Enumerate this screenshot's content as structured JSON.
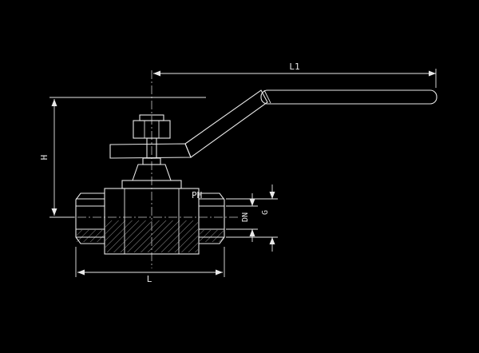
{
  "drawing": {
    "labels": {
      "l1": "L1",
      "h": "H",
      "ph": "PH",
      "dn": "DN",
      "g": "G",
      "l": "L"
    },
    "colors": {
      "background": "#000000",
      "line": "#e8e8e8"
    }
  }
}
